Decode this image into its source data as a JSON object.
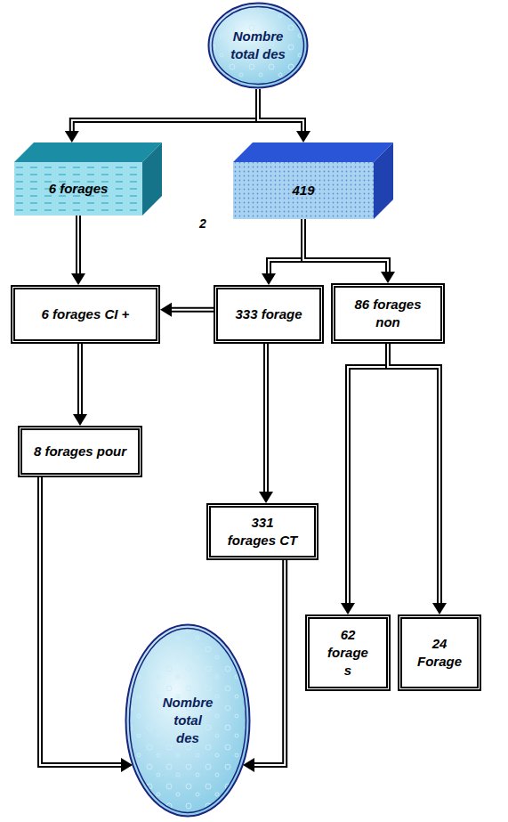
{
  "diagram": {
    "nodes": [
      {
        "text": [
          "Nombre total des"
        ]
      },
      {
        "text": [
          "6 forages"
        ]
      },
      {
        "text": [
          "419"
        ]
      },
      {
        "text": [
          "6 forages CI +"
        ]
      },
      {
        "text": [
          "333 forage"
        ]
      },
      {
        "text": [
          "86 forages non"
        ]
      },
      {
        "text": [
          "8 forages pour"
        ]
      },
      {
        "text": [
          "331 forages CT"
        ]
      },
      {
        "text": [
          "62 forage s"
        ]
      },
      {
        "text": [
          "24 Forage"
        ]
      },
      {
        "text": [
          "Nombre total des"
        ]
      }
    ],
    "edges": [
      {
        "from": 0,
        "to": 1,
        "arrow": "to"
      },
      {
        "from": 0,
        "to": 2,
        "arrow": "to"
      },
      {
        "from": 1,
        "to": 3,
        "arrow": "to"
      },
      {
        "from": 2,
        "to": 4,
        "arrow": "to"
      },
      {
        "from": 2,
        "to": 5,
        "arrow": "to"
      },
      {
        "from": 4,
        "to": 3,
        "arrow": "to"
      },
      {
        "from": 4,
        "to": 7,
        "arrow": "to"
      },
      {
        "from": 3,
        "to": 6,
        "arrow": "to"
      },
      {
        "from": 5,
        "to": 8,
        "arrow": "to"
      },
      {
        "from": 5,
        "to": 9,
        "arrow": "to"
      },
      {
        "from": 6,
        "to": 10,
        "arrow": "to"
      },
      {
        "from": 7,
        "to": 10,
        "arrow": "to"
      }
    ],
    "labels": [
      "2"
    ]
  }
}
